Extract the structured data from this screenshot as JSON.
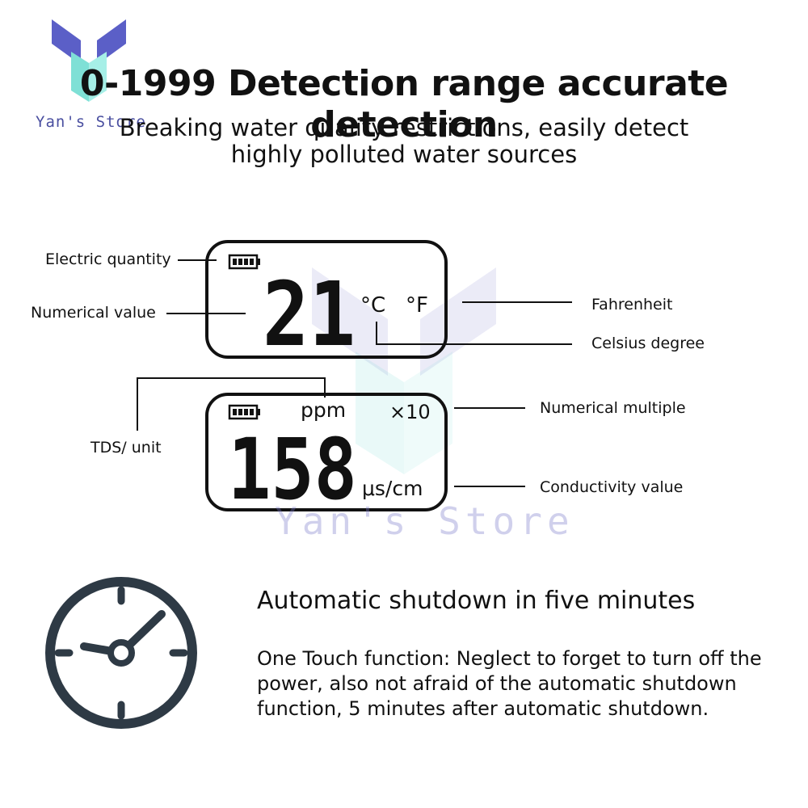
{
  "header": {
    "title": "0-1999 Detection range accurate detection",
    "subtitle_line1": "Breaking water quality restrictions, easily detect",
    "subtitle_line2": "highly polluted water sources"
  },
  "branding": {
    "store_name": "Yan's Store",
    "watermark_text": "Yan's Store",
    "logo_colors": [
      "#5b5fc7",
      "#7fe0d6"
    ]
  },
  "display_top": {
    "value": "21",
    "celsius_symbol": "°C",
    "fahrenheit_symbol": "°F",
    "battery_icon": "battery-full-icon"
  },
  "display_bottom": {
    "value": "158",
    "unit_ppm": "ppm",
    "multiplier": "×10",
    "unit_conductivity": "μs/cm",
    "battery_icon": "battery-full-icon"
  },
  "callouts": {
    "electric_quantity": "Electric quantity",
    "numerical_value": "Numerical value",
    "fahrenheit": "Fahrenheit",
    "celsius": "Celsius degree",
    "tds_unit": "TDS/ unit",
    "numerical_multiple": "Numerical multiple",
    "conductivity_value": "Conductivity value"
  },
  "feature": {
    "heading": "Automatic shutdown in five minutes",
    "description": "One Touch function: Neglect to forget to turn off the power, also not afraid of the automatic shutdown function, 5 minutes after automatic shutdown.",
    "icon": "clock-icon"
  }
}
